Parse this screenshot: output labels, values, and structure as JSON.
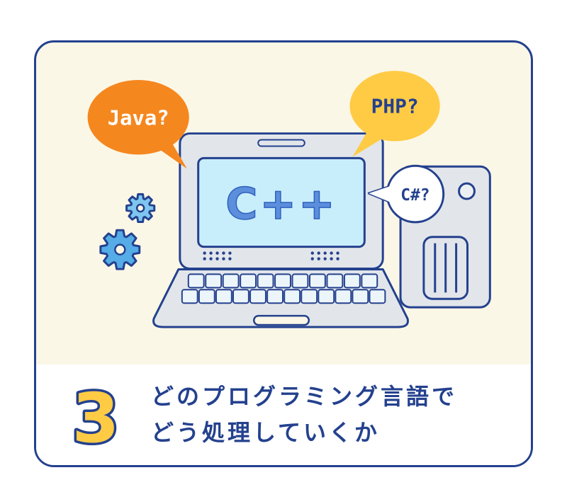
{
  "card": {
    "step_number": "3",
    "caption_lines": [
      "どのプログラミング言語で",
      "どう処理していくか"
    ]
  },
  "illustration": {
    "screen_label": "C++",
    "bubbles": [
      {
        "label": "Java?"
      },
      {
        "label": "PHP?"
      },
      {
        "label": "C#?"
      }
    ]
  },
  "colors": {
    "navy_outline": "#24418E",
    "cream_background": "#FBF7E6",
    "bubble_orange": "#F5871F",
    "bubble_yellow": "#FFCB45",
    "screen_blue": "#C9EEFB",
    "device_gray": "#E2E6EA",
    "gear_blue_light": "#7EC6EF",
    "gear_blue": "#55ACE6",
    "code_text_blue": "#5C8EDC"
  }
}
